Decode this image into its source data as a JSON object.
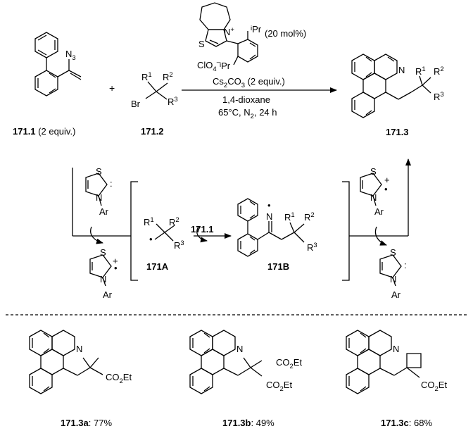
{
  "reaction": {
    "catalyst_loading": "(20 mol%)",
    "base": "Cs2CO3 (2 equiv.)",
    "solvent": "1,4-dioxane",
    "conditions": "65°C, N2, 24 h",
    "plus": "+",
    "reagent1": {
      "id": "171.1",
      "equiv": "(2 equiv.)"
    },
    "reagent2": {
      "id": "171.2"
    },
    "product": {
      "id": "171.3"
    },
    "catalyst_counterion": "ClO4",
    "catalyst_substituent": "iPr"
  },
  "mechanism": {
    "radical_A": "171A",
    "radical_B": "171B",
    "adds_reagent": "171.1",
    "ar_label": "Ar"
  },
  "products": [
    {
      "id": "171.3a",
      "yield": ": 77%"
    },
    {
      "id": "171.3b",
      "yield": ": 49%"
    },
    {
      "id": "171.3c",
      "yield": ": 68%"
    }
  ],
  "atoms": {
    "N3": "N3",
    "N": "N",
    "S": "S",
    "Br": "Br",
    "R1": "R1",
    "R2": "R2",
    "R3": "R3",
    "CO2Et": "CO2Et"
  }
}
